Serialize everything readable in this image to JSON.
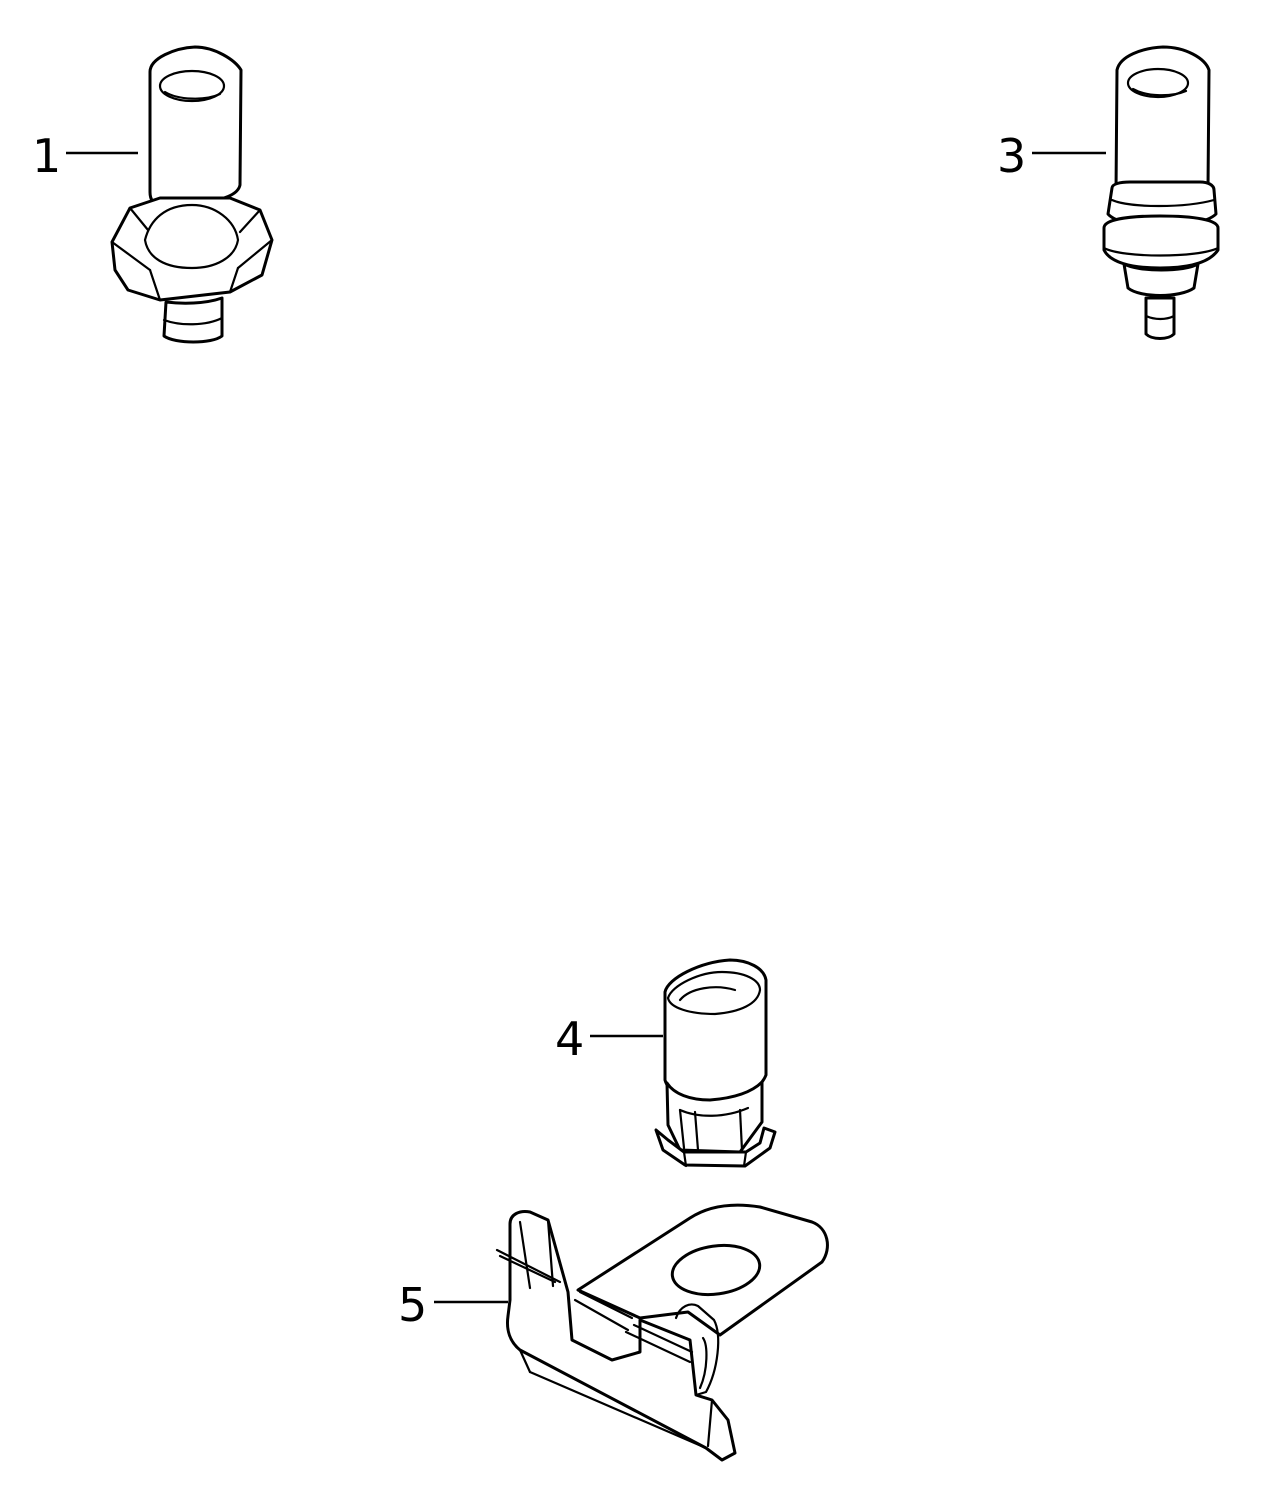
{
  "colors": {
    "background": "#ffffff",
    "ink": "#000000"
  },
  "callouts": [
    {
      "id": "1",
      "label": "1",
      "part": "pressure-switch-hex"
    },
    {
      "id": "3",
      "label": "3",
      "part": "temperature-sensor"
    },
    {
      "id": "4",
      "label": "4",
      "part": "connector-housing"
    },
    {
      "id": "5",
      "label": "5",
      "part": "mounting-bracket"
    }
  ]
}
